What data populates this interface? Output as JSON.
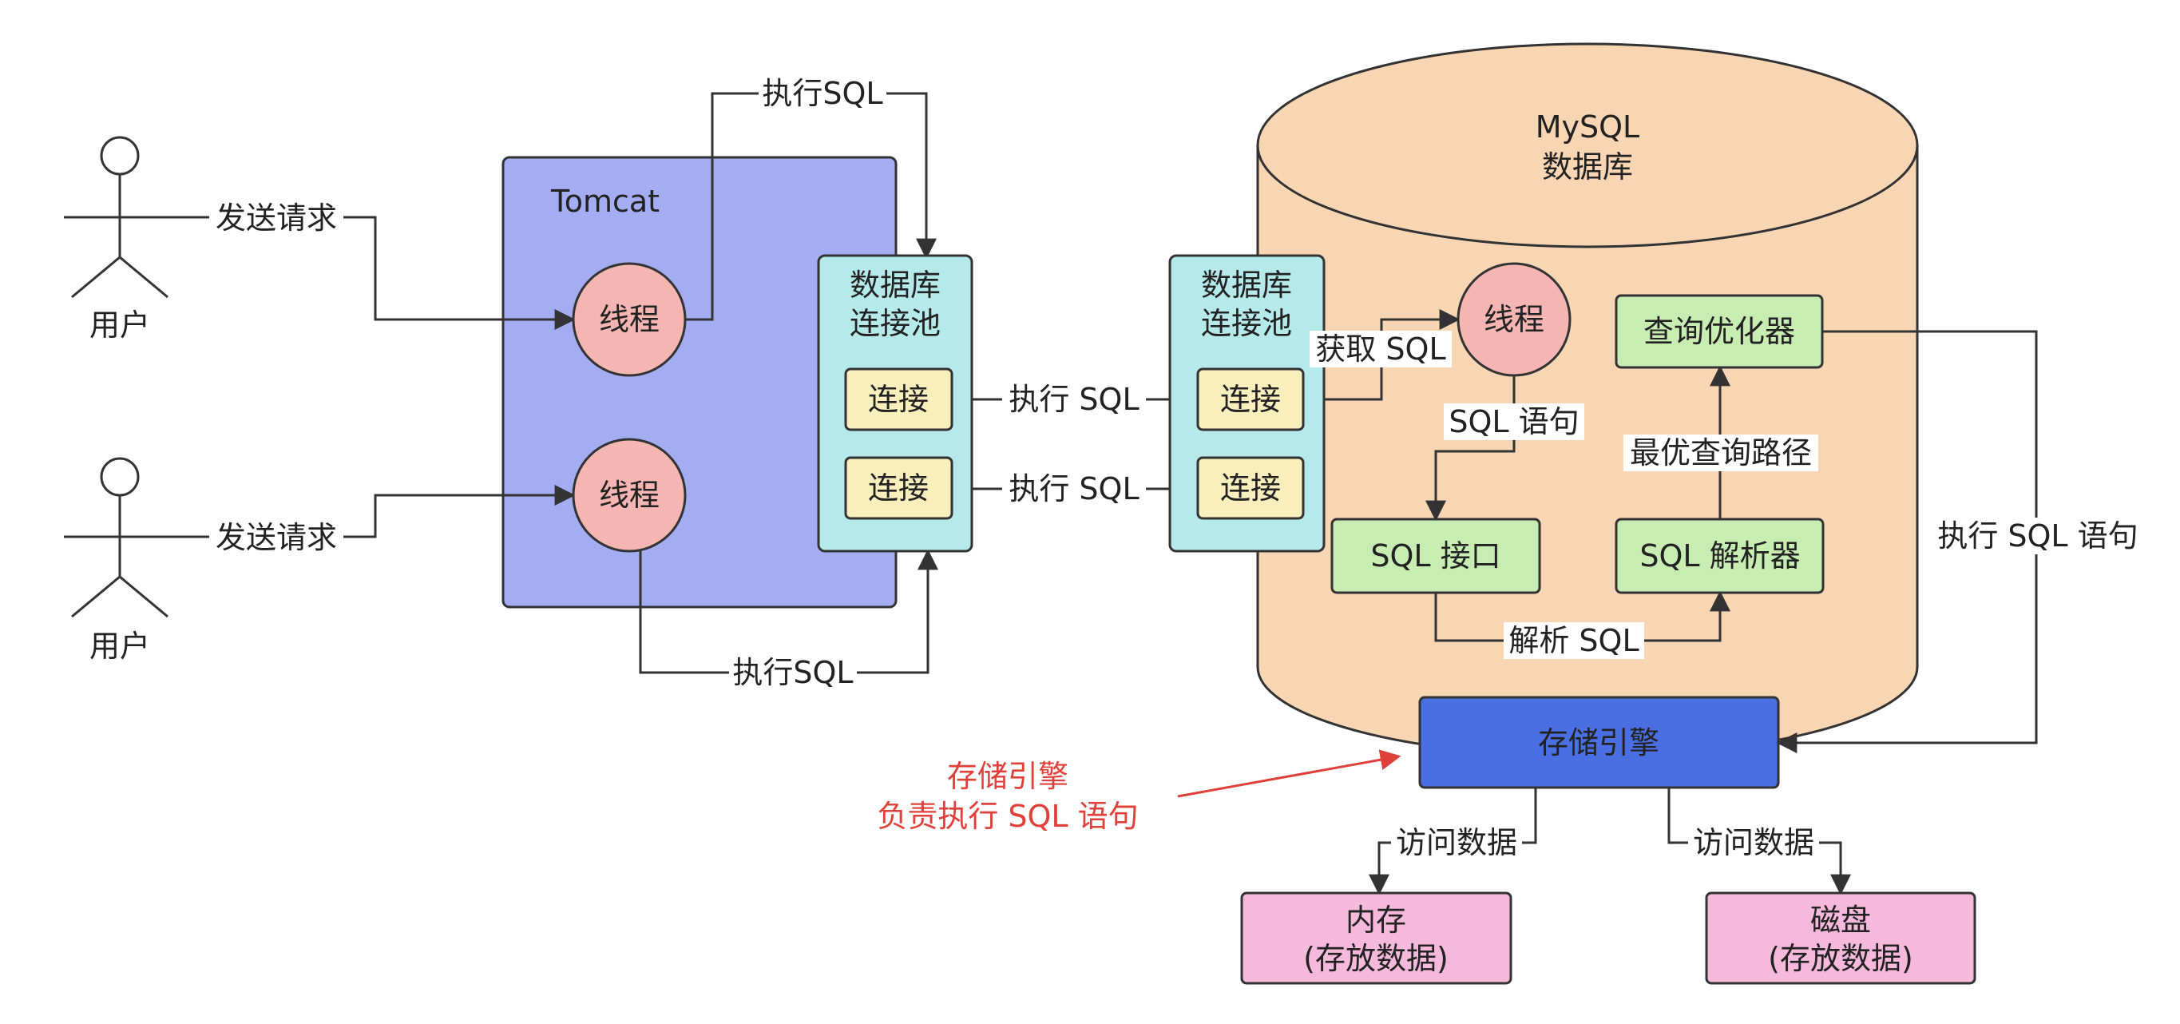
{
  "actors": [
    {
      "label": "用户"
    },
    {
      "label": "用户"
    }
  ],
  "tomcat": {
    "title": "Tomcat",
    "threads": [
      {
        "label": "线程"
      },
      {
        "label": "线程"
      }
    ],
    "pool": {
      "title_line1": "数据库",
      "title_line2": "连接池",
      "connections": [
        {
          "label": "连接"
        },
        {
          "label": "连接"
        }
      ]
    }
  },
  "mysql": {
    "title_line1": "MySQL",
    "title_line2": "数据库",
    "pool": {
      "title_line1": "数据库",
      "title_line2": "连接池",
      "connections": [
        {
          "label": "连接"
        },
        {
          "label": "连接"
        }
      ]
    },
    "thread": {
      "label": "线程"
    },
    "sql_interface": {
      "label": "SQL 接口"
    },
    "sql_parser": {
      "label": "SQL 解析器"
    },
    "query_optimizer": {
      "label": "查询优化器"
    },
    "storage_engine": {
      "label": "存储引擎"
    }
  },
  "storage": {
    "memory": {
      "line1": "内存",
      "line2": "(存放数据)"
    },
    "disk": {
      "line1": "磁盘",
      "line2": "(存放数据)"
    }
  },
  "edge_labels": {
    "send_request_1": "发送请求",
    "send_request_2": "发送请求",
    "exec_sql_top": "执行SQL",
    "exec_sql_bottom": "执行SQL",
    "exec_sql_conn1": "执行 SQL",
    "exec_sql_conn2": "执行 SQL",
    "get_sql": "获取 SQL",
    "sql_statement": "SQL 语句",
    "parse_sql": "解析 SQL",
    "best_query_path": "最优查询路径",
    "exec_sql_statement": "执行 SQL 语句",
    "access_data_left": "访问数据",
    "access_data_right": "访问数据"
  },
  "annotation": {
    "line1": "存储引擎",
    "line2": "负责执行 SQL 语句",
    "color": "#e0403a"
  },
  "colors": {
    "tomcat_fill": "#a4adf2",
    "thread_fill": "#f4b5b3",
    "pool_fill": "#b6eaea",
    "connection_fill": "#f8efbc",
    "cylinder_fill": "#f8d5b3",
    "module_fill": "#c8edb2",
    "engine_fill": "#4a6fe3",
    "storage_fill": "#f5badb"
  }
}
